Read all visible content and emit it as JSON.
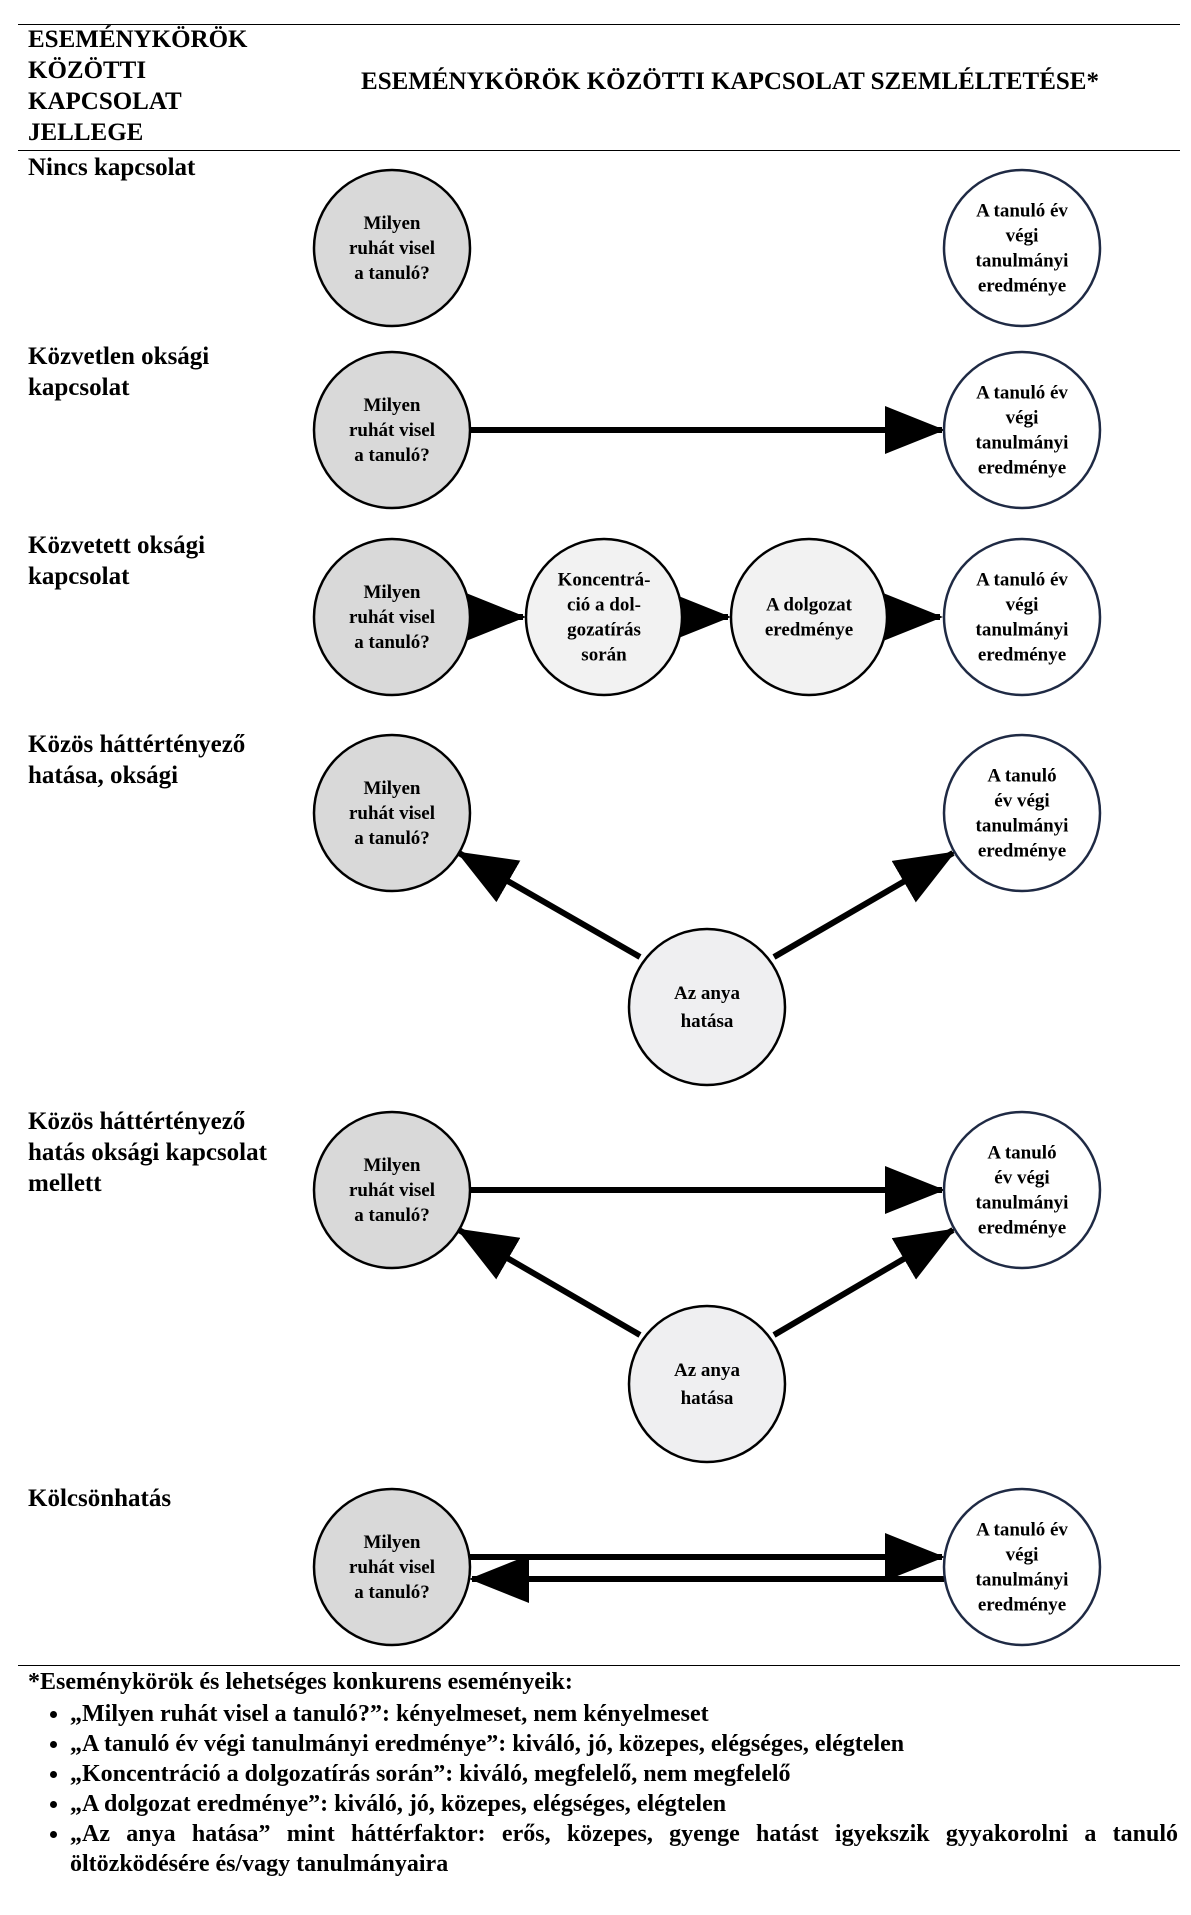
{
  "header": {
    "left_title": "ESEMÉNYKÖRÖK KÖZÖTTI KAPCSOLAT JELLEGE",
    "right_title": "ESEMÉNYKÖRÖK KÖZÖTTI KAPCSOLAT SZEMLÉLTETÉSE*"
  },
  "nodes": {
    "clothes": "Milyen ruhát visel a tanuló?",
    "result": "A tanuló év végi tanulmányi eredménye",
    "concentration": "Koncentrá-ció a dol-gozatírás során",
    "test": "A dolgozat eredménye",
    "mother": "Az anya hatása"
  },
  "rows": [
    {
      "label": "Nincs kapcsolat"
    },
    {
      "label": "Közvetlen oksági kapcsolat"
    },
    {
      "label": "Közvetett oksági kapcsolat"
    },
    {
      "label": "Közös háttértényező hatása, oksági"
    },
    {
      "label": "Közös háttértényező hatás oksági kapcsolat mellett"
    },
    {
      "label": "Kölcsönhatás"
    }
  ],
  "footnote": {
    "title": "*Eseménykörök és lehetséges konkurens eseményeik:",
    "items": [
      "„Milyen ruhát visel a tanuló?”: kényelmeset, nem kényelmeset",
      "„A tanuló év végi tanulmányi eredménye”: kiváló, jó, közepes, elégséges, elégtelen",
      "„Koncentráció a dolgozatírás során”: kiváló, megfelelő, nem megfelelő",
      "„A dolgozat eredménye”: kiváló, jó, közepes, elégséges, elégtelen",
      "„Az anya hatása” mint háttérfaktor: erős, közepes, gyenge hatást igyekszik gyyakorolni a tanuló öltözködésére és/vagy tanulmányaira"
    ]
  },
  "colors": {
    "clothes_fill": "#d9d9d9",
    "result_fill": "#ffffff",
    "result_stroke": "#1f2a44",
    "middle_fill": "#f2f2f2",
    "mother_fill": "#efeff1",
    "stroke": "#000000"
  }
}
